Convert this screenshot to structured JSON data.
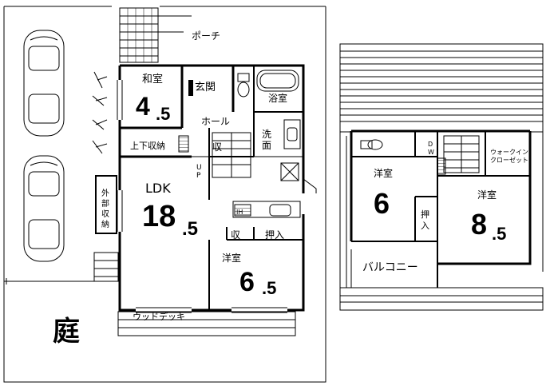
{
  "garden": "庭",
  "porch": "ポーチ",
  "ground_floor": {
    "washitsu": {
      "name": "和室",
      "size_main": "4",
      "size_frac": ".5"
    },
    "genkan": "玄関",
    "bath": "浴室",
    "hall": "ホール",
    "senmen": "洗面",
    "shuno_upper_lower": "上下収納",
    "shu": "収",
    "up": "UP",
    "gaibu_shuno": "外部収納",
    "ldk": {
      "name": "LDK",
      "size_main": "18",
      "size_frac": ".5"
    },
    "yoshitsu": {
      "name": "洋室",
      "size_main": "6",
      "size_frac": ".5"
    },
    "shu2": "収",
    "oshiire": "押入",
    "wood_deck": "ウッドデッキ",
    "appliance_label": "IH"
  },
  "upper_floor": {
    "yoshitsu_a": {
      "name": "洋室",
      "size": "6"
    },
    "yoshitsu_b": {
      "name": "洋室",
      "size_main": "8",
      "size_frac": ".5"
    },
    "oshiire": "押入",
    "walk_in": "ウォークイン\nクローゼット",
    "walk_in_line1": "ウォークイン",
    "walk_in_line2": "クローゼット",
    "balcony": "バルコニー",
    "dw": "DW"
  }
}
